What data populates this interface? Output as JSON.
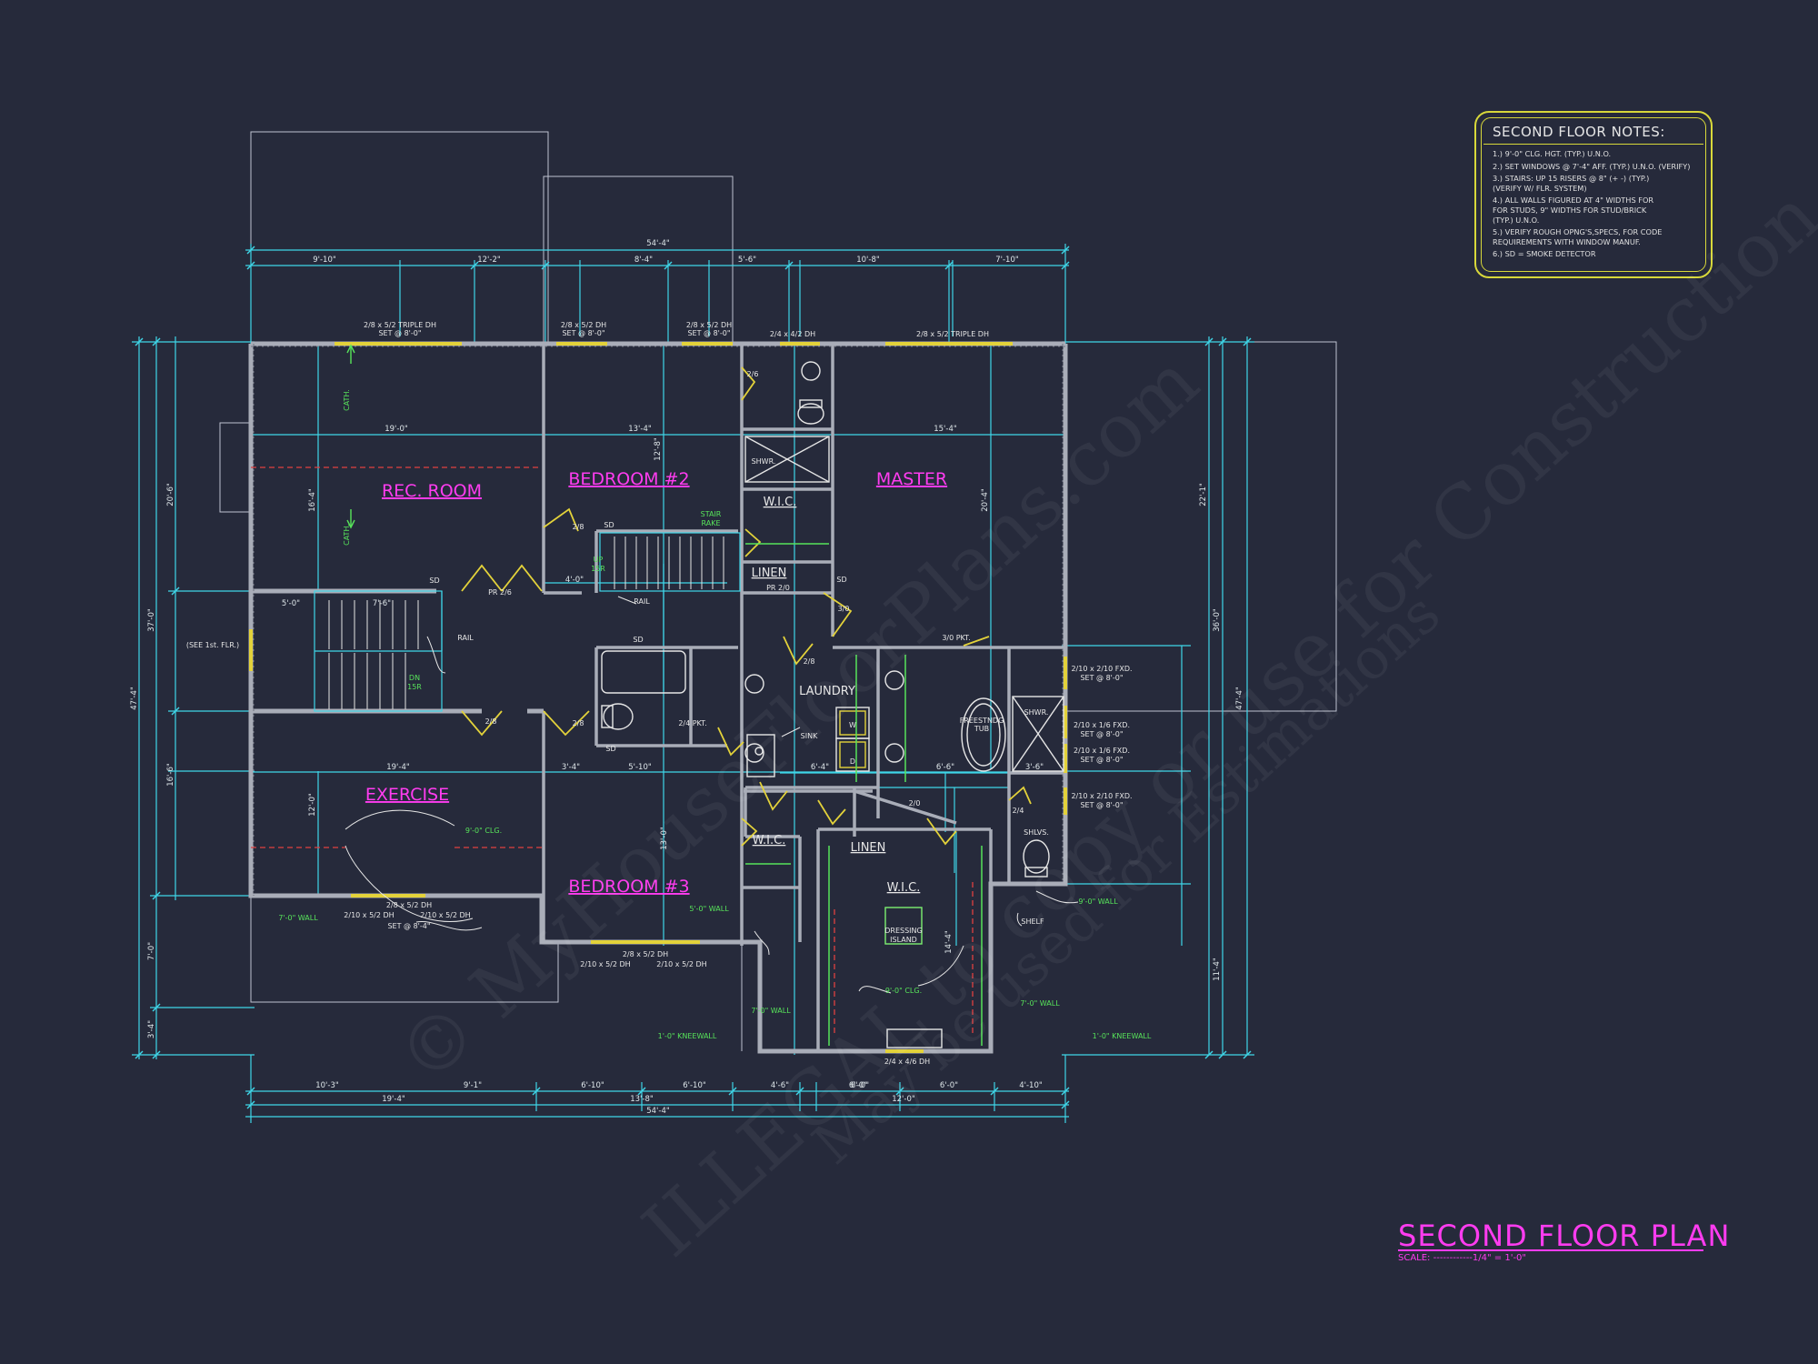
{
  "notes": {
    "title": "SECOND FLOOR NOTES:",
    "items": [
      "1.) 9'-0\" CLG. HGT. (TYP.) U.N.O.",
      "2.) SET WINDOWS @ 7'-4\" AFF. (TYP.) U.N.O. (VERIFY)",
      "3.) STAIRS: UP 15 RISERS @ 8\" (+ -) (TYP.)\n(VERIFY W/ FLR. SYSTEM)",
      "4.) ALL WALLS FIGURED AT 4\" WIDTHS FOR\nFOR STUDS, 9\" WIDTHS FOR STUD/BRICK\n(TYP.) U.N.O.",
      "5.) VERIFY ROUGH OPNG'S,SPECS, FOR CODE\nREQUIREMENTS WITH WINDOW MANUF.",
      "6.) SD = SMOKE DETECTOR"
    ]
  },
  "title_block": {
    "title": "SECOND FLOOR PLAN",
    "scale": "SCALE: ------------1/4\" = 1'-0\""
  },
  "watermark": {
    "line1": "© MyHouseFloorPlans.com",
    "line2": "ILLEGAL to copy or use for Construction",
    "line3": "May be used for Estimations"
  },
  "rooms": {
    "rec_room": "REC. ROOM",
    "bedroom2": "BEDROOM #2",
    "master": "MASTER",
    "exercise": "EXERCISE",
    "bedroom3": "BEDROOM #3",
    "laundry": "LAUNDRY",
    "linen1": "LINEN",
    "linen2": "LINEN",
    "wic1": "W.I.C.",
    "wic2": "W.I.C.",
    "wic3": "W.I.C."
  },
  "dims_top": {
    "overall": "54'-4\"",
    "segs": [
      "9'-10\"",
      "12'-2\"",
      "8'-4\"",
      "5'-6\"",
      "10'-8\"",
      "7'-10\""
    ]
  },
  "dims_bottom": {
    "overall": "54'-4\"",
    "row1": [
      "10'-3\"",
      "9'-1\"",
      "6'-10\"",
      "6'-10\"",
      "4'-6\"",
      "6'-0\"",
      "6'-0\"",
      "4'-10\""
    ],
    "row2": [
      "19'-4\"",
      "13'-8\"",
      "12'-0\""
    ]
  },
  "dims_left": [
    "47'-4\"",
    "37'-0\"",
    "20'-6\"",
    "16'-6\"",
    "7'-0\"",
    "3'-4\""
  ],
  "dims_right": [
    "47'-4\"",
    "36'-0\"",
    "22'-1\"",
    "11'-4\""
  ],
  "windows": {
    "w1": "2/8 x 5/2 TRIPLE DH",
    "w1b": "SET @ 8'-0\"",
    "w2": "2/8 x 5/2 DH",
    "w2b": "SET @ 8'-0\"",
    "w3": "2/8 x 5/2 DH",
    "w3b": "SET @ 8'-0\"",
    "w4": "2/4 x 4/2 DH",
    "w5": "2/8 x 5/2 TRIPLE DH",
    "e1": "2/10 x 2/10 FXD.",
    "e1b": "SET @ 8'-0\"",
    "e2": "2/10 x 1/6 FXD.",
    "e2b": "SET @ 8'-0\"",
    "e3": "2/10 x 1/6 FXD.",
    "e3b": "SET @ 8'-0\"",
    "e4": "2/10 x 2/10 FXD.",
    "e4b": "SET @ 8'-0\"",
    "s1": "2/8 x 5/2 DH",
    "s1b": "2/10 x 5/2 DH",
    "s1c": "2/10 x 5/2 DH",
    "s1d": "SET @ 8'-4\"",
    "s2": "2/8 x 5/2 DH",
    "s2b": "2/10 x 5/2 DH",
    "s2c": "2/10 x 5/2 DH",
    "s3": "2/4 x 4/6 DH"
  },
  "labels": {
    "cath1": "CATH.",
    "cath2": "CATH.",
    "see1st": "(SEE 1st. FLR.)",
    "rail1": "RAIL",
    "rail2": "RAIL",
    "dn": "DN",
    "dn2": "15R",
    "up": "UP",
    "up2": "15R",
    "stair_rake": "STAIR",
    "stair_rake2": "RAKE",
    "sd": "SD",
    "pr1": "PR 2/6",
    "pr2": "PR 2/0",
    "shwr1": "SHWR.",
    "shwr2": "SHWR.",
    "freestanding": "FREESTNDG",
    "tub": "TUB",
    "sink": "SINK",
    "w": "W",
    "d": "D",
    "shlvs": "SHLVS.",
    "shelf": "SHELF",
    "dressing": "DRESSING",
    "island": "ISLAND",
    "clg9a": "9'-0\" CLG.",
    "clg9b": "9'-0\" CLG.",
    "wall7a": "7'-0\" WALL",
    "wall5": "5'-0\" WALL",
    "wall7b": "7'-0\" WALL",
    "wall7c": "7'-0\" WALL",
    "wall9": "9'-0\" WALL",
    "knee1": "1'-0\" KNEEWALL",
    "knee2": "1'-0\" KNEEWALL",
    "pkt1": "3/0 PKT.",
    "pkt2": "2/4 PKT.",
    "d26a": "2/6",
    "d28a": "2/8",
    "d28b": "2/8",
    "d28c": "2/8",
    "d28d": "2/8",
    "d30": "3/0",
    "d24": "2/4",
    "d20": "2/0"
  },
  "room_dims": {
    "rec_w": "19'-0\"",
    "rec_h": "16'-4\"",
    "b2_w": "13'-4\"",
    "b2_h": "12'-8\"",
    "m_w": "15'-4\"",
    "m_h": "20'-4\"",
    "ex_w": "19'-4\"",
    "ex_h": "12'-0\"",
    "b3_w": "13'-0\"",
    "stair_w1": "5'-0\"",
    "stair_w2": "7'-6\"",
    "hall": "4'-0\"",
    "lau": "6'-4\"",
    "wic_w": "14'-4\"",
    "bath": "6'-6\"",
    "b3b": "3'-4\"",
    "b3c": "5'-10\"",
    "shw": "3'-6\"",
    "mb": "6'-0\""
  }
}
